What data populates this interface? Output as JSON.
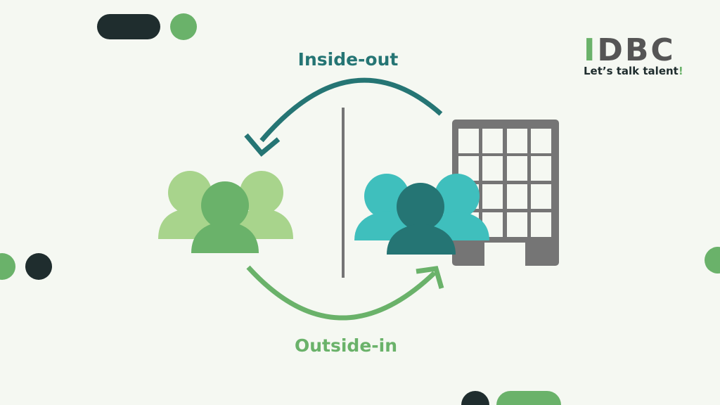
{
  "labels": {
    "top": "Inside-out",
    "bottom": "Outside-in"
  },
  "logo": {
    "letters_first": "I",
    "letters_rest": "DBC",
    "tagline": "Let’s talk talent",
    "tagline_mark": "!"
  },
  "colors": {
    "background": "#f5f8f2",
    "dark": "#1f2d2e",
    "green": "#6ab26a",
    "light_green": "#a8d48c",
    "teal": "#3fbfbd",
    "dark_teal": "#257574",
    "gray": "#757575"
  }
}
